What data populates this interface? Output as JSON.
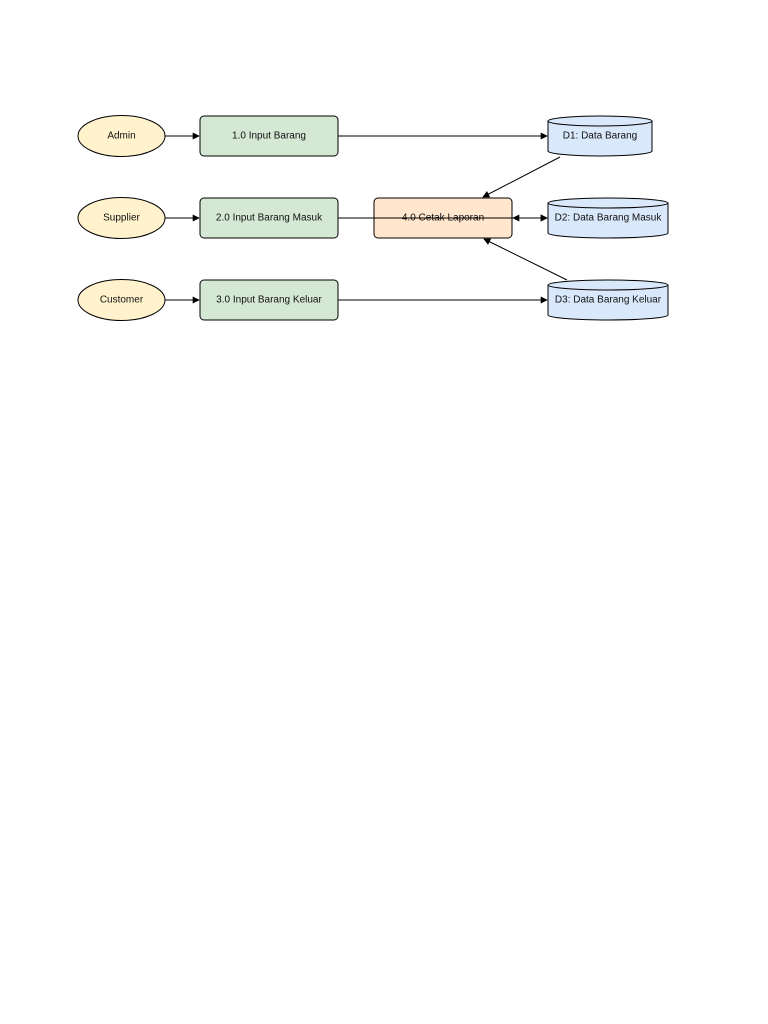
{
  "diagram": {
    "colors": {
      "entity_fill": "#fff2cc",
      "process_fill": "#d5e8d4",
      "report_fill": "#ffe6cc",
      "store_fill": "#dae8fc",
      "stroke": "#000000"
    },
    "entities": [
      {
        "id": "admin",
        "label": "Admin"
      },
      {
        "id": "supplier",
        "label": "Supplier"
      },
      {
        "id": "customer",
        "label": "Customer"
      }
    ],
    "processes": [
      {
        "id": "p1",
        "label": "1.0 Input Barang"
      },
      {
        "id": "p2",
        "label": "2.0 Input Barang Masuk"
      },
      {
        "id": "p3",
        "label": "3.0 Input Barang Keluar"
      },
      {
        "id": "p4",
        "label": "4.0 Cetak Laporan"
      }
    ],
    "stores": [
      {
        "id": "d1",
        "label": "D1: Data Barang"
      },
      {
        "id": "d2",
        "label": "D2: Data Barang Masuk"
      },
      {
        "id": "d3",
        "label": "D3: Data Barang Keluar"
      }
    ],
    "flows": [
      {
        "from": "admin",
        "to": "p1"
      },
      {
        "from": "supplier",
        "to": "p2"
      },
      {
        "from": "customer",
        "to": "p3"
      },
      {
        "from": "p1",
        "to": "d1"
      },
      {
        "from": "p2",
        "to": "d2"
      },
      {
        "from": "p3",
        "to": "d3"
      },
      {
        "from": "d1",
        "to": "p4"
      },
      {
        "from": "d2",
        "to": "p4"
      },
      {
        "from": "d3",
        "to": "p4"
      }
    ]
  }
}
